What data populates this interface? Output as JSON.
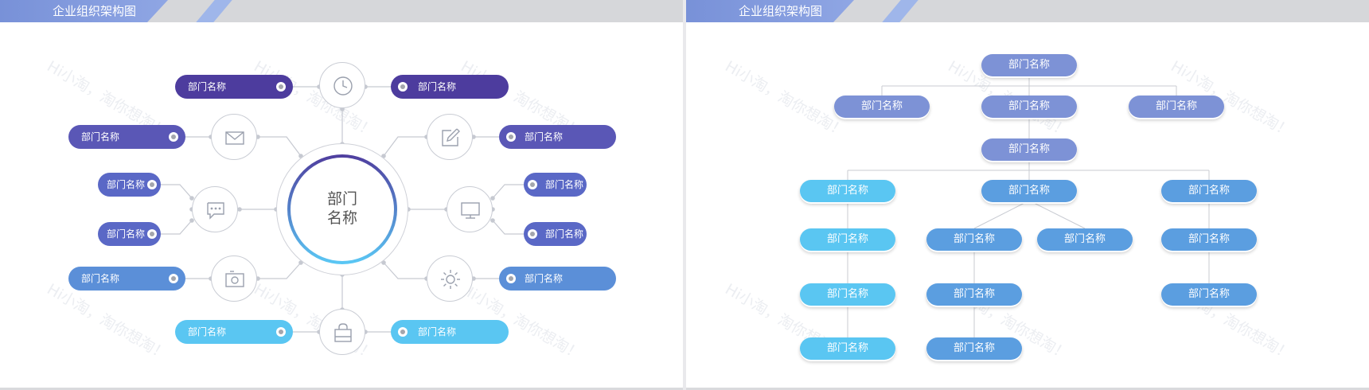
{
  "left_slide": {
    "title": "企业组织架构图",
    "watermark": "Hi小淘，淘你想淘！",
    "center_label": "部门名称",
    "center_line1": "部门",
    "center_line2": "名称",
    "pills": {
      "top_left": "部门名称",
      "top_right": "部门名称",
      "row2_left": "部门名称",
      "row2_right": "部门名称",
      "row3a_left": "部门名称",
      "row3b_left": "部门名称",
      "row3a_right": "部门名称",
      "row3b_right": "部门名称",
      "row4_left": "部门名称",
      "row4_right": "部门名称",
      "bottom_left": "部门名称",
      "bottom_right": "部门名称"
    },
    "icons": [
      "clock-icon",
      "mail-icon",
      "edit-icon",
      "chat-icon",
      "monitor-icon",
      "image-icon",
      "sun-icon",
      "bag-icon"
    ],
    "colors": {
      "purple_dark": "#4d3c9e",
      "purple": "#5a57b6",
      "blue": "#5b8fd8",
      "sky": "#5ac6f2"
    }
  },
  "right_slide": {
    "title": "企业组织架构图",
    "watermark": "Hi小淘，淘你想淘！",
    "nodes": {
      "root": "部门名称",
      "l2_left": "部门名称",
      "l2_mid": "部门名称",
      "l2_right": "部门名称",
      "l3": "部门名称",
      "l4_left": "部门名称",
      "l4_mid": "部门名称",
      "l4_right": "部门名称",
      "c1_r2": "部门名称",
      "c1_r3": "部门名称",
      "c1_r4": "部门名称",
      "c2a_r2": "部门名称",
      "c2b_r2": "部门名称",
      "c2a_r3": "部门名称",
      "c2a_r4": "部门名称",
      "c3_r2": "部门名称",
      "c3_r3": "部门名称"
    },
    "colors": {
      "periwinkle": "#7d92d6",
      "cyan": "#5ac6f2",
      "blue": "#5b9ee0"
    }
  }
}
